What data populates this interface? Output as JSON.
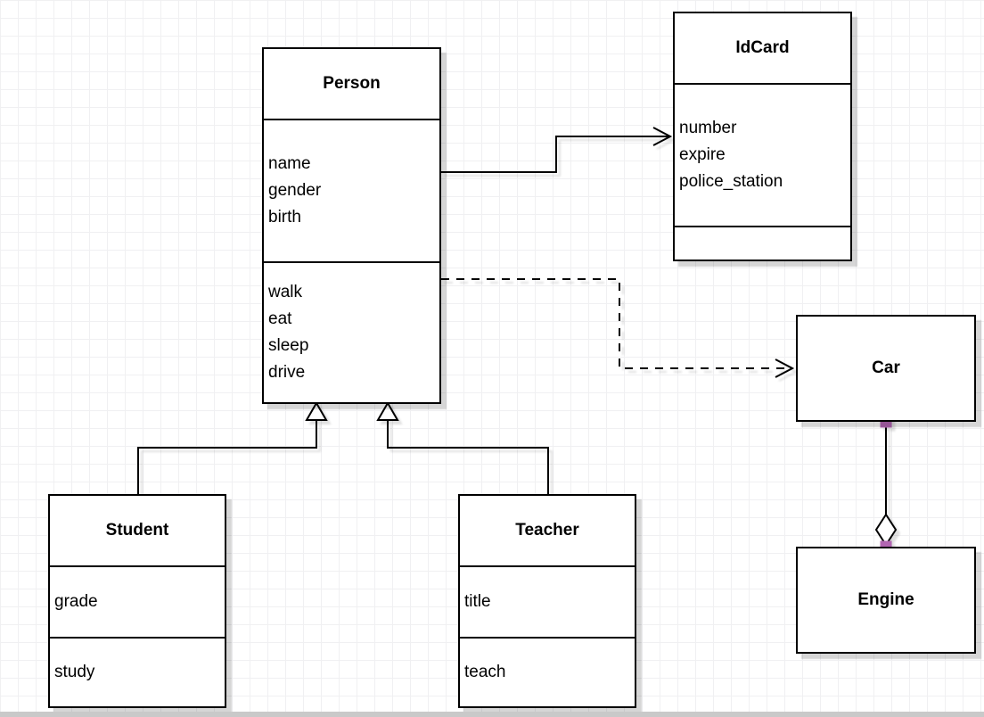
{
  "classes": [
    {
      "name": "Person",
      "attributes": [
        "name",
        "gender",
        "birth"
      ],
      "methods": [
        "walk",
        "eat",
        "sleep",
        "drive"
      ]
    },
    {
      "name": "IdCard",
      "attributes": [
        "number",
        "expire",
        "police_station"
      ],
      "methods": []
    },
    {
      "name": "Car",
      "attributes": [],
      "methods": []
    },
    {
      "name": "Student",
      "attributes": [
        "grade"
      ],
      "methods": [
        "study"
      ]
    },
    {
      "name": "Teacher",
      "attributes": [
        "title"
      ],
      "methods": [
        "teach"
      ]
    },
    {
      "name": "Engine",
      "attributes": [],
      "methods": []
    }
  ],
  "relationships": [
    {
      "from": "Person",
      "to": "IdCard",
      "type": "association",
      "style": "solid-open-arrow"
    },
    {
      "from": "Person",
      "to": "Car",
      "type": "dependency",
      "style": "dashed-open-arrow"
    },
    {
      "from": "Student",
      "to": "Person",
      "type": "generalization",
      "style": "hollow-triangle"
    },
    {
      "from": "Teacher",
      "to": "Person",
      "type": "generalization",
      "style": "hollow-triangle"
    },
    {
      "from": "Car",
      "to": "Engine",
      "type": "aggregation",
      "style": "hollow-diamond"
    }
  ],
  "colors": {
    "stroke": "#000000",
    "box_fill": "#ffffff",
    "connection_handle": "#b266b2",
    "grid_line": "#f0f0f2",
    "page_edge": "#c9c9c9"
  }
}
